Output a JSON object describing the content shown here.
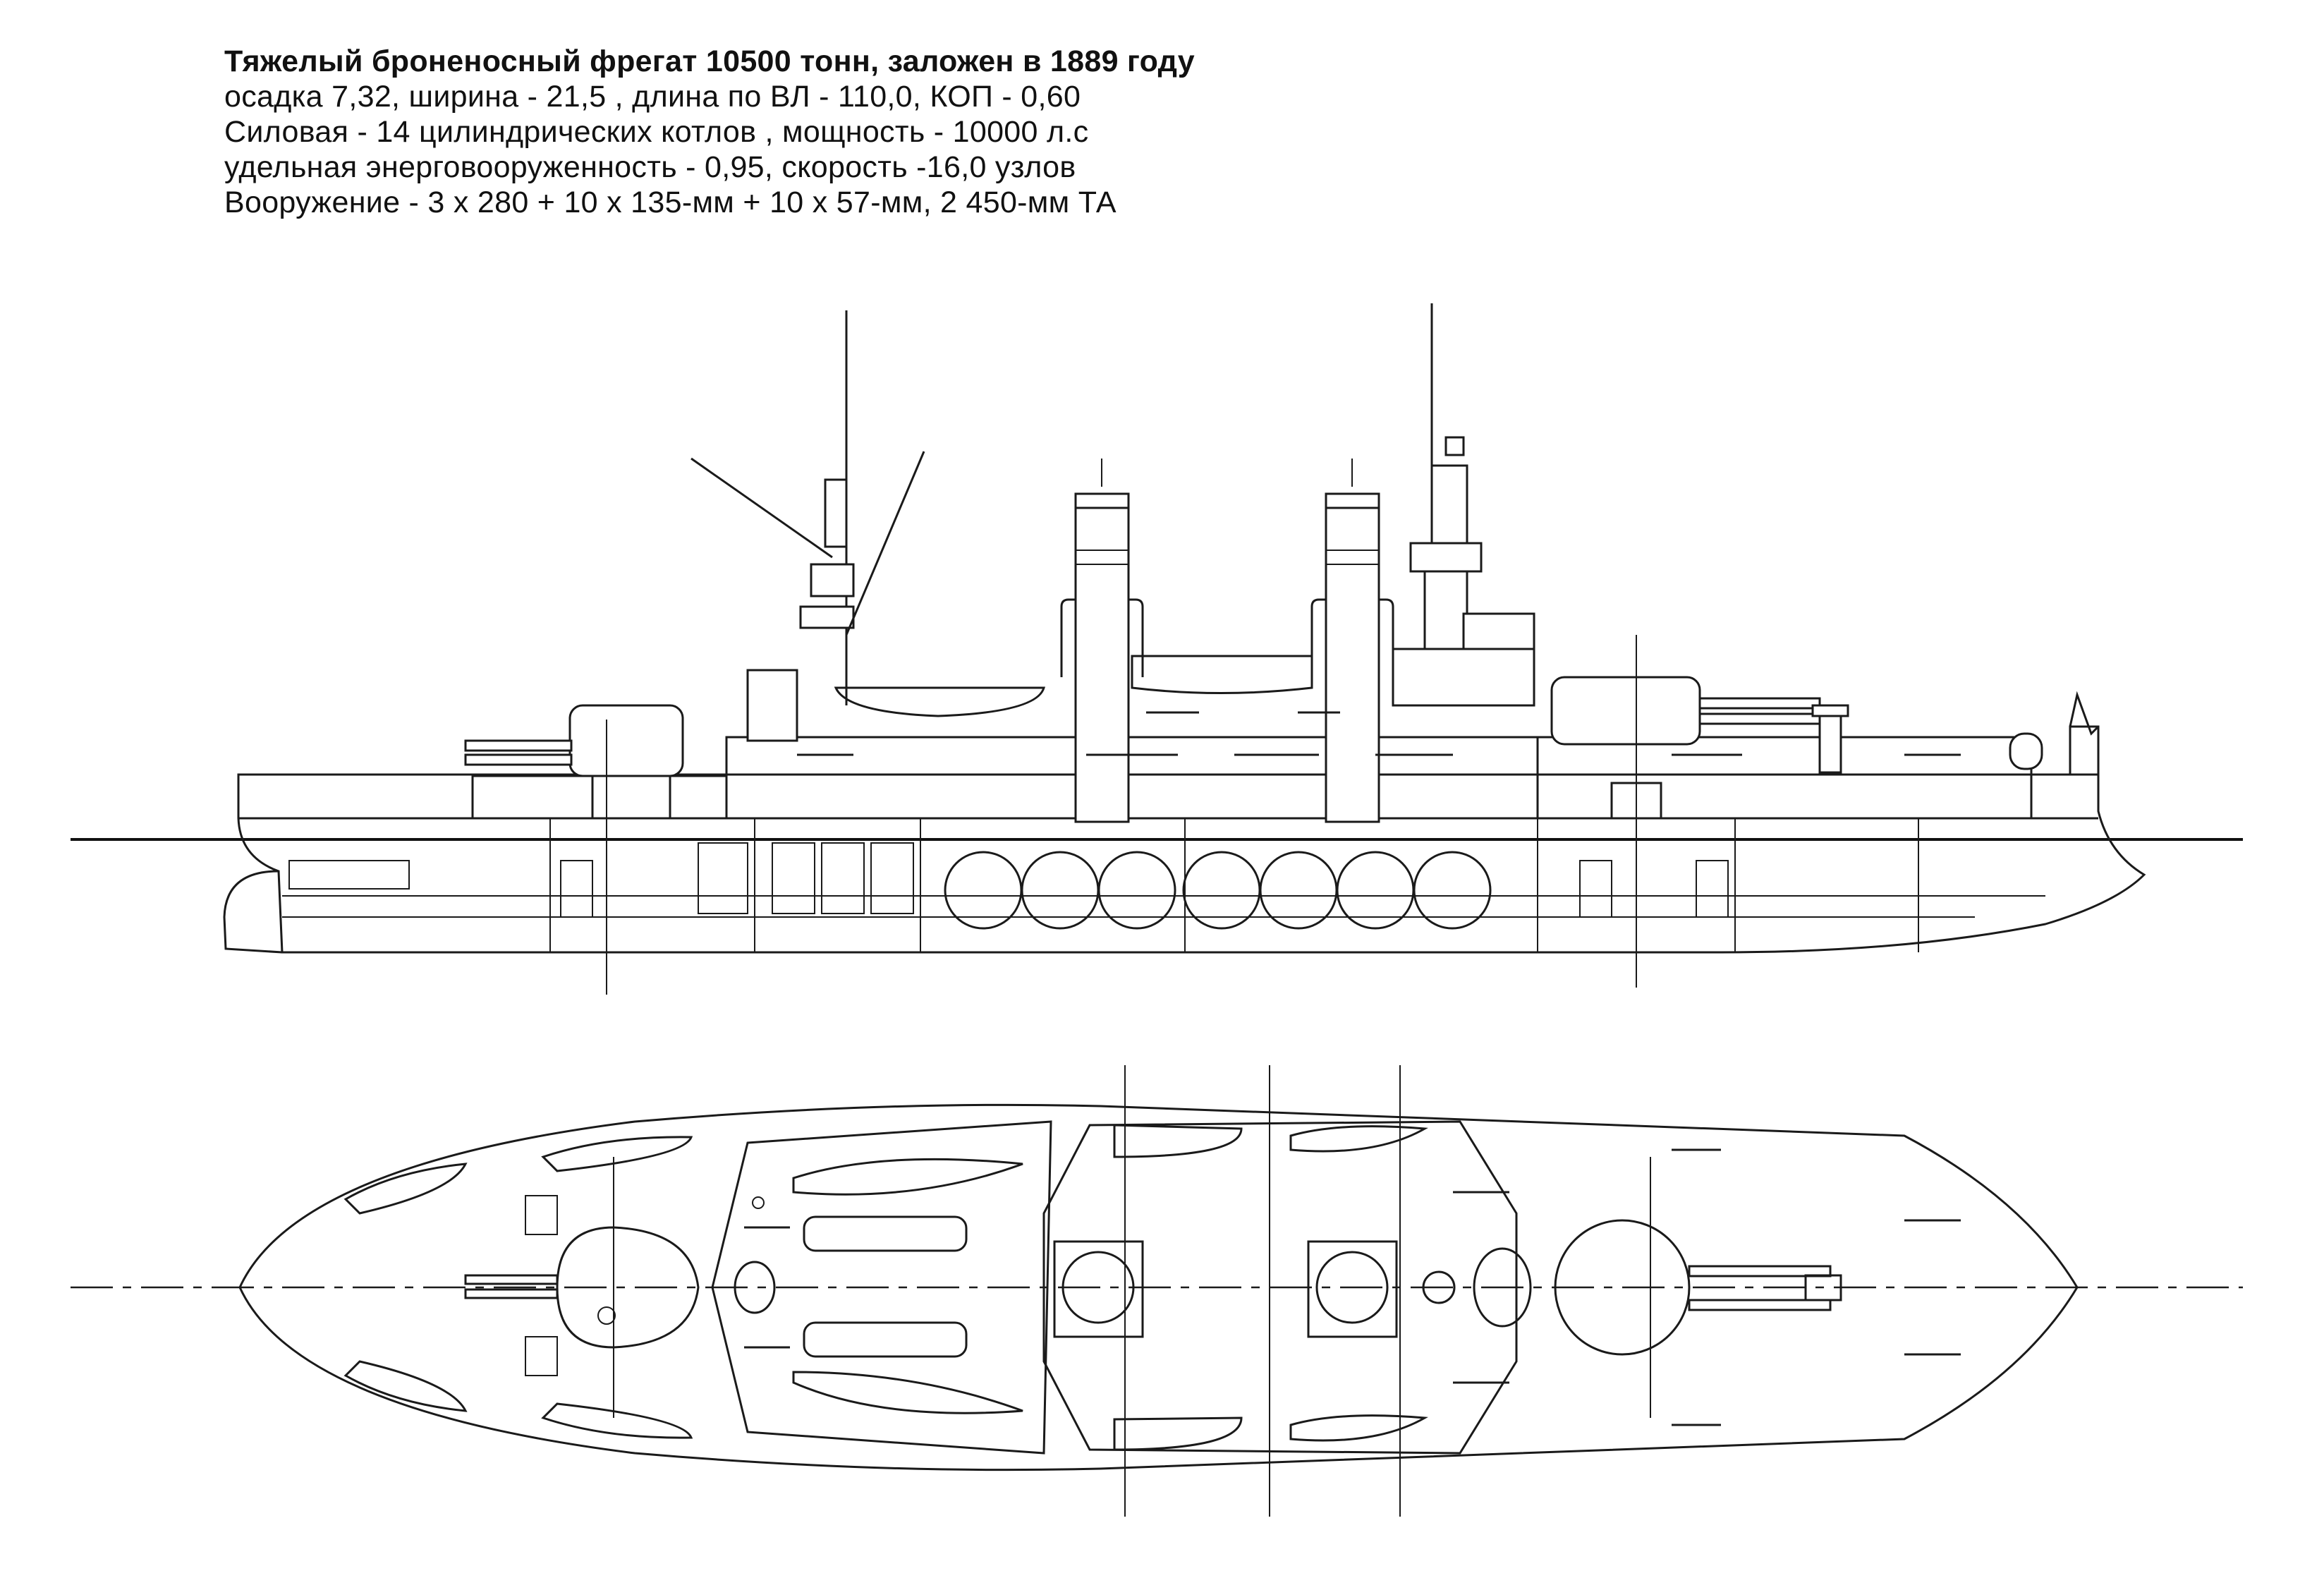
{
  "caption": {
    "title": "Тяжелый броненосный фрегат 10500 тонн, заложен в 1889 году",
    "line1": "осадка 7,32, ширина - 21,5 , длина по ВЛ - 110,0, КОП - 0,60",
    "line2": "Силовая - 14 цилиндрических котлов , мощность - 10000 л.с",
    "line3": "удельная энерговооруженность - 0,95, скорость -16,0 узлов",
    "line4": "Вооружение - 3 х 280 + 10 х 135-мм + 10 х 57-мм, 2 450-мм ТА"
  },
  "boilers_shown": 7,
  "views": [
    "side-profile",
    "deck-plan"
  ]
}
